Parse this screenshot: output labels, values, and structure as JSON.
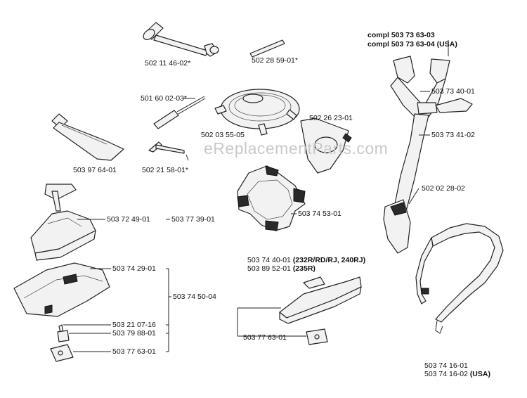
{
  "watermark": "eReplacementParts.com",
  "labels": {
    "compl_1_prefix": "compl",
    "compl_1_num": "503 73 63-03",
    "compl_2_prefix": "compl",
    "compl_2_num": "503 73 63-04",
    "compl_2_suffix": "(USA)",
    "p_502_11_46_02": "502 11 46-02*",
    "p_502_28_59_01": "502 28 59-01*",
    "p_501_60_02_03": "501 60 02-03*",
    "p_502_03_55_05": "502 03 55-05",
    "p_502_26_23_01": "502 26 23-01",
    "p_503_97_64_01": "503 97 64-01",
    "p_502_21_58_01": "502 21 58-01*",
    "p_503_73_40_01": "503 73 40-01",
    "p_503_73_41_02": "503 73 41-02",
    "p_502_02_28_02": "502 02 28-02",
    "p_503_74_53_01": "503 74 53-01",
    "p_503_72_49_01": "503 72 49-01",
    "p_503_77_39_01": "503 77 39-01",
    "p_503_74_29_01": "503 74 29-01",
    "p_503_74_50_04": "503 74 50-04",
    "p_503_21_07_16": "503 21 07-16",
    "p_503_79_88_01": "503 79 88-01",
    "p_503_77_63_01_a": "503 77 63-01",
    "p_503_74_40_01": "503 74 40-01",
    "p_503_74_40_01_suffix": "(232R/RD/RJ, 240RJ)",
    "p_503_89_52_01": "503 89 52-01",
    "p_503_89_52_01_suffix": "(235R)",
    "p_503_77_63_01_b": "503 77 63-01",
    "p_503_74_16_01": "503 74 16-01",
    "p_503_74_16_02": "503 74 16-02",
    "p_503_74_16_02_suffix": "(USA)"
  }
}
